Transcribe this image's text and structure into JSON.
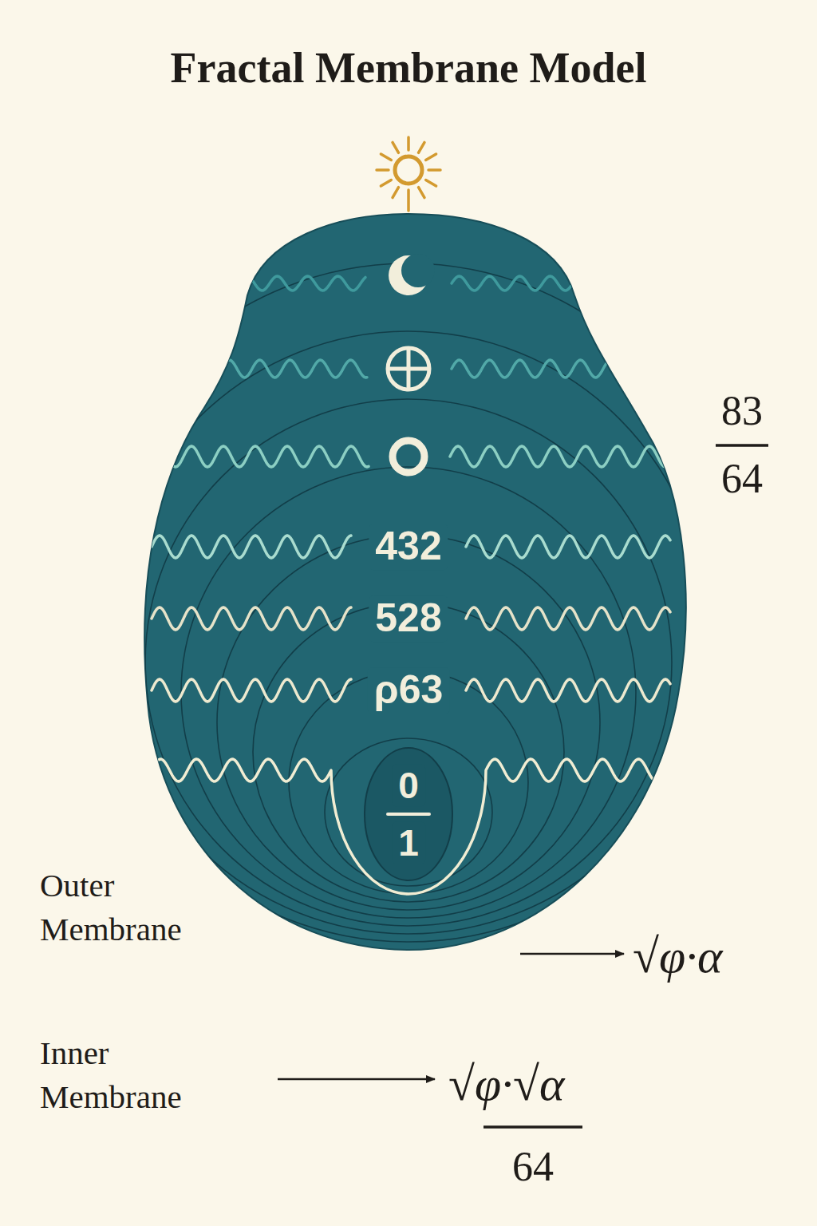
{
  "diagram": {
    "title": "Fractal Membrane Model",
    "nodes": [
      {
        "text": [
          "432",
          "528",
          "ρ63"
        ]
      },
      {
        "text": [
          "0",
          "1"
        ],
        "in": 0
      }
    ],
    "labels": [
      "83",
      "64",
      "Outer Membrane",
      "√φ·α",
      "Inner Membrane",
      "√φ·√α",
      "64"
    ]
  }
}
